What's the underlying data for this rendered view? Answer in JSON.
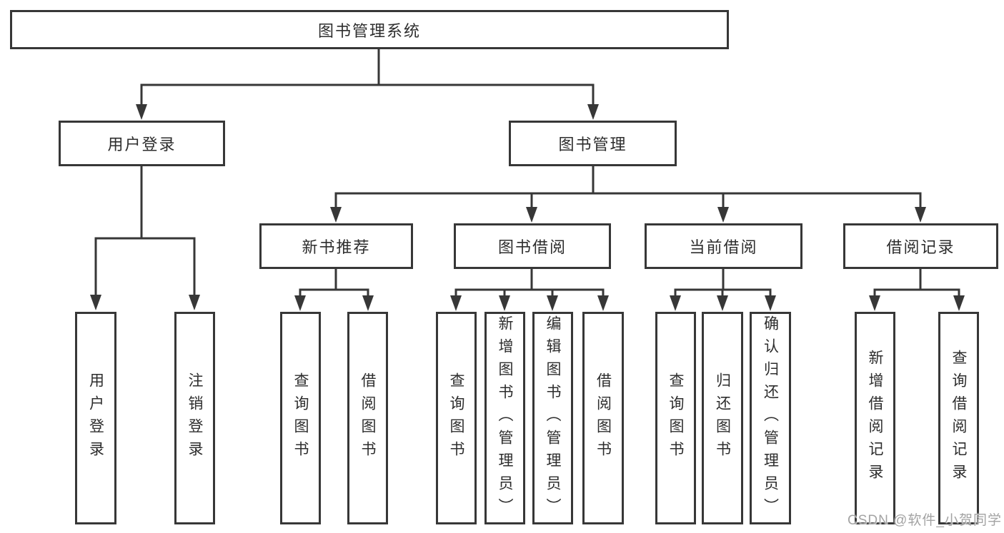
{
  "title": "图书管理系统",
  "watermark": {
    "text": "CSDN @软件_小贺同学"
  },
  "colors": {
    "line": "#373737",
    "box_border": "#373737",
    "text": "#2d2d2d",
    "background": "#ffffff",
    "watermark": "#a3a3a3"
  },
  "tree": {
    "root": {
      "label": "图书管理系统"
    },
    "level2": [
      {
        "label": "用户登录",
        "children": [
          {
            "label": "用户登录"
          },
          {
            "label": "注销登录"
          }
        ]
      },
      {
        "label": "图书管理",
        "children": [
          {
            "label": "新书推荐",
            "children": [
              {
                "label": "查询图书"
              },
              {
                "label": "借阅图书"
              }
            ]
          },
          {
            "label": "图书借阅",
            "children": [
              {
                "label": "查询图书"
              },
              {
                "label": "新增图书（管理员）"
              },
              {
                "label": "编辑图书（管理员）"
              },
              {
                "label": "借阅图书"
              }
            ]
          },
          {
            "label": "当前借阅",
            "children": [
              {
                "label": "查询图书"
              },
              {
                "label": "归还图书"
              },
              {
                "label": "确认归还（管理员）"
              }
            ]
          },
          {
            "label": "借阅记录",
            "children": [
              {
                "label": "新增借阅记录"
              },
              {
                "label": "查询借阅记录"
              }
            ]
          }
        ]
      }
    ]
  }
}
